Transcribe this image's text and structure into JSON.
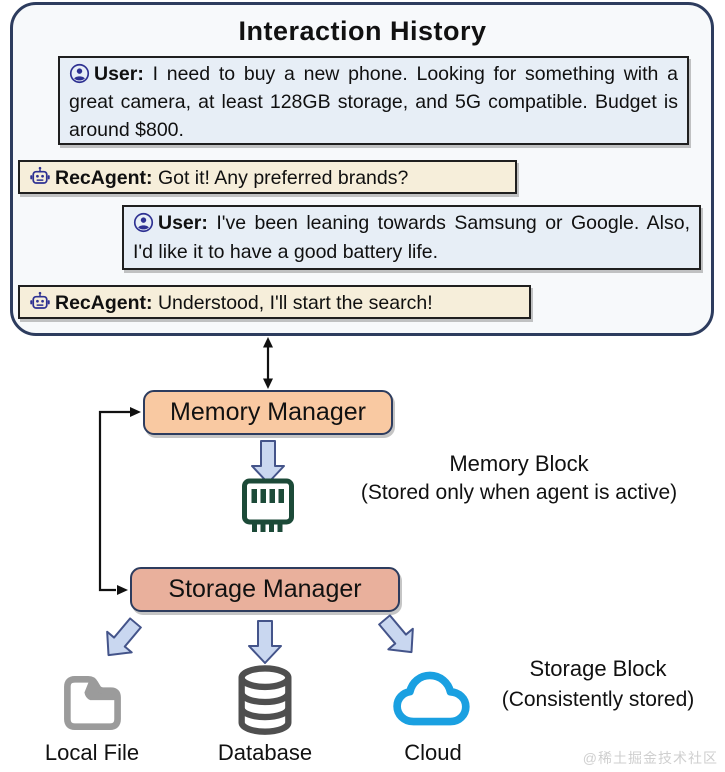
{
  "interaction_history": {
    "title": "Interaction History",
    "messages": [
      {
        "speaker": "User",
        "label": "User:",
        "text": "I need to buy a new phone. Looking for something with a great camera, at least 128GB storage, and 5G compatible. Budget is around $800."
      },
      {
        "speaker": "RecAgent",
        "label": "RecAgent:",
        "text": "Got it! Any preferred brands?"
      },
      {
        "speaker": "User",
        "label": "User:",
        "text": "I've been leaning towards Samsung or Google. Also, I'd like it to have a good battery life."
      },
      {
        "speaker": "RecAgent",
        "label": "RecAgent:",
        "text": "Understood, I'll start the search!"
      }
    ]
  },
  "pipeline": {
    "memory_manager": "Memory Manager",
    "storage_manager": "Storage Manager",
    "memory_block_title": "Memory Block",
    "memory_block_note": "(Stored only when agent is active)",
    "storage_block_title": "Storage Block",
    "storage_block_note": "(Consistently stored)",
    "storage_targets": [
      {
        "label": "Local File",
        "icon": "folder-icon"
      },
      {
        "label": "Database",
        "icon": "database-icon"
      },
      {
        "label": "Cloud",
        "icon": "cloud-icon"
      }
    ]
  },
  "watermark": "@稀土掘金技术社区",
  "colors": {
    "container_border": "#2d3c5e",
    "user_msg_bg": "#e7eef6",
    "agent_msg_bg": "#f6eeda",
    "memory_manager_bg": "#f9c9a2",
    "storage_manager_bg": "#e9b09c",
    "arrow_fill": "#c9d7f0",
    "arrow_stroke": "#44548a",
    "chip_green": "#1c4a38",
    "folder_gray": "#9b9b9b",
    "database_gray": "#4f4f4f",
    "cloud_blue": "#1aa0e1",
    "icon_navy": "#2e3192"
  }
}
